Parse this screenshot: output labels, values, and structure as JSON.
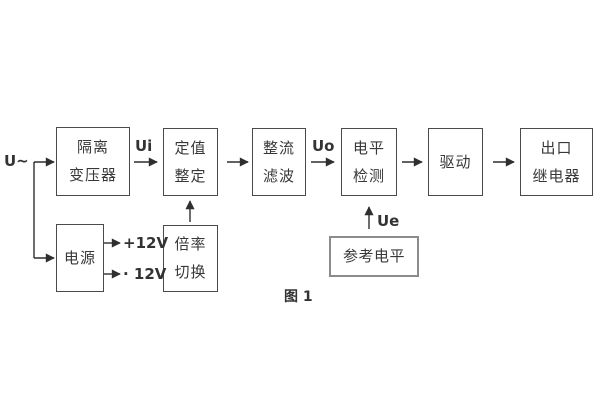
{
  "figure": {
    "caption": "图 1"
  },
  "blocks": [
    {
      "id": "isolation-transformer",
      "line1": "隔离",
      "line2": "变压器"
    },
    {
      "id": "setting-adjust",
      "line1": "定值",
      "line2": "整定"
    },
    {
      "id": "rectifier-filter",
      "line1": "整流",
      "line2": "滤波"
    },
    {
      "id": "level-detection",
      "line1": "电平",
      "line2": "检测"
    },
    {
      "id": "driver",
      "line1": "驱动"
    },
    {
      "id": "output-relay",
      "line1": "出口",
      "line2": "继电器"
    },
    {
      "id": "power-supply",
      "line1": "电源"
    },
    {
      "id": "ratio-switch",
      "line1": "倍率",
      "line2": "切换"
    },
    {
      "id": "reference-level",
      "line1": "参考电平"
    }
  ],
  "signals": {
    "input": "U~",
    "ui": "Ui",
    "uo": "Uo",
    "ue": "Ue",
    "plus12v": "+12V",
    "minus12v": "· 12V"
  },
  "colors": {
    "background": "#ffffff",
    "line": "#2f2f2f",
    "box_border": "#4a4a4a",
    "reference_box_border": "#8c8c8c",
    "text": "#383838"
  }
}
